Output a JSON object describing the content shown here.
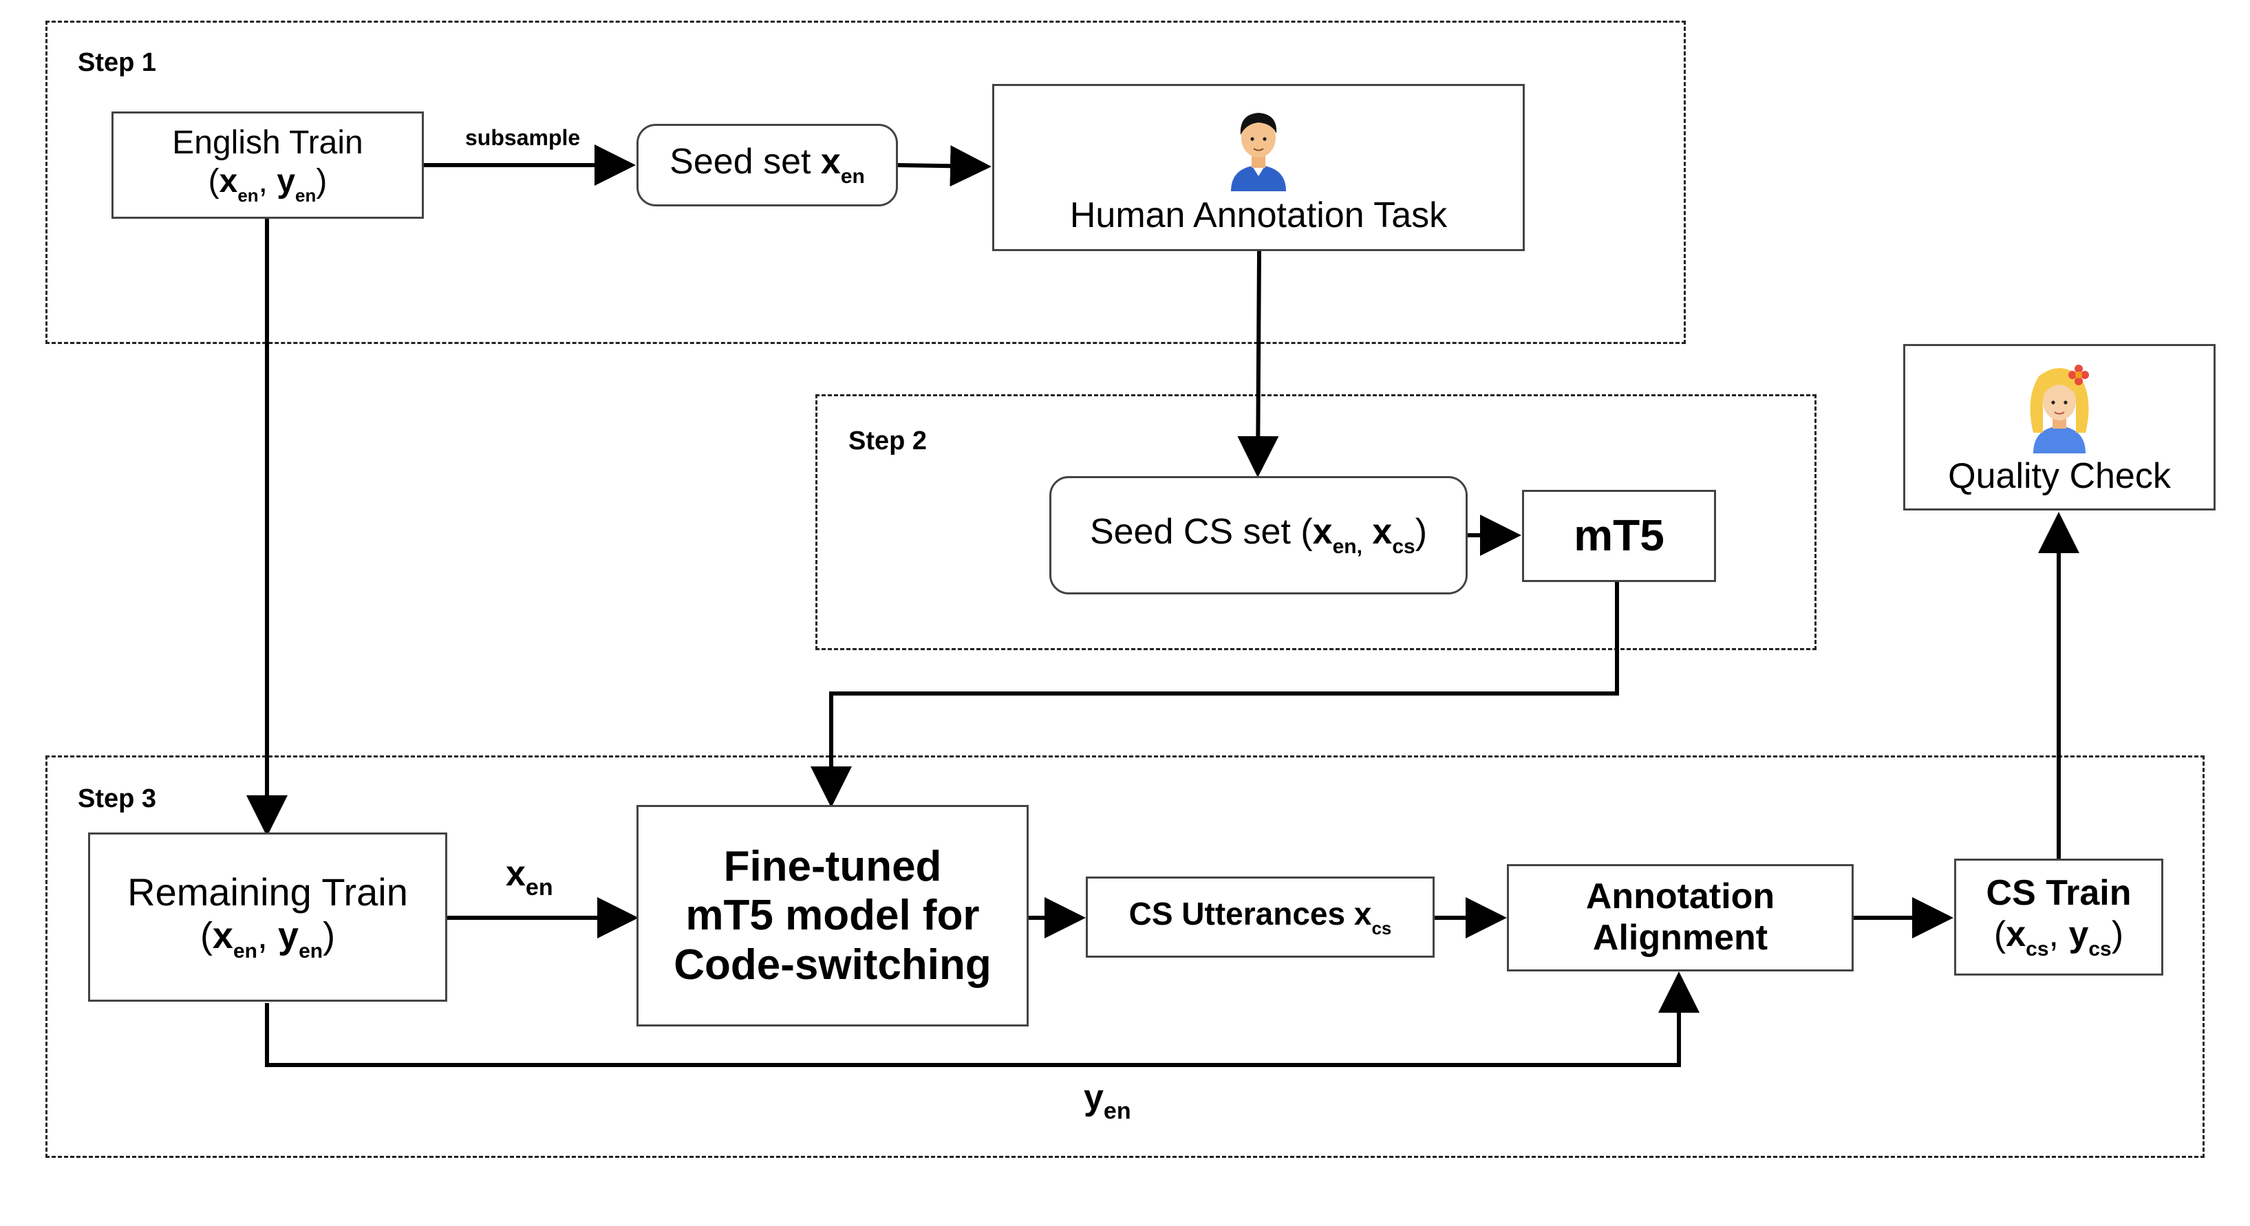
{
  "steps": {
    "step1": "Step 1",
    "step2": "Step 2",
    "step3": "Step 3"
  },
  "nodes": {
    "english_train": {
      "title": "English Train",
      "paren_open": "(",
      "x": "x",
      "x_sub": "en",
      "comma": ",",
      "y": "y",
      "y_sub": "en",
      "paren_close": ")"
    },
    "seed_set": {
      "text": "Seed set ",
      "x": "x",
      "x_sub": "en"
    },
    "human_annotation": {
      "text": "Human Annotation Task",
      "icon": "man-avatar-icon"
    },
    "seed_cs_set": {
      "text": "Seed CS set (",
      "x1": "x",
      "x1_sub": "en,",
      "x2": "x",
      "x2_sub": "cs",
      "close": ")"
    },
    "mt5": {
      "text": "mT5"
    },
    "quality_check": {
      "text": "Quality Check",
      "icon": "woman-avatar-icon"
    },
    "remaining_train": {
      "title": "Remaining Train",
      "paren_open": "(",
      "x": "x",
      "x_sub": "en",
      "comma": ",",
      "y": "y",
      "y_sub": "en",
      "paren_close": ")"
    },
    "finetuned": {
      "line1": "Fine-tuned",
      "line2": "mT5 model for",
      "line3": "Code-switching"
    },
    "cs_utterances": {
      "text": "CS Utterances x",
      "sub": "cs"
    },
    "annotation_alignment": {
      "line1": "Annotation",
      "line2": "Alignment"
    },
    "cs_train": {
      "title": "CS Train",
      "paren_open": "(",
      "x": "x",
      "x_sub": "cs",
      "comma": ",",
      "y": "y",
      "y_sub": "cs",
      "paren_close": ")"
    }
  },
  "edge_labels": {
    "subsample": "subsample",
    "xen": {
      "main": "x",
      "sub": "en"
    },
    "yen": {
      "main": "y",
      "sub": "en"
    }
  }
}
